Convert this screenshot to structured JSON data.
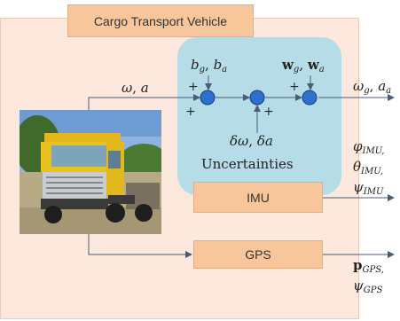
{
  "diagram": {
    "title": "Cargo Transport Vehicle",
    "imu_label": "IMU",
    "gps_label": "GPS",
    "uncertainties_label": "Uncertainties",
    "input_label": {
      "a": "ω",
      "comma": ", ",
      "b": "a"
    },
    "bias_label": {
      "b": "b",
      "g": "g",
      "comma": ", ",
      "b2": "b",
      "a": "a"
    },
    "noise_label": {
      "w": "w",
      "g": "g",
      "comma": ", ",
      "w2": "w",
      "a": "a"
    },
    "delta_label": {
      "d1": "δω",
      "comma": ", ",
      "d2": "δa"
    },
    "output_imu_rates": {
      "omega": "ω",
      "g": "g",
      "comma": ", ",
      "a": "a",
      "asub": "a"
    },
    "output_imu_angles": {
      "phi": "φ",
      "phi_sub": "IMU,",
      "theta": "θ",
      "theta_sub": "IMU,",
      "psi": "ψ",
      "psi_sub": "IMU"
    },
    "output_gps": {
      "p": "p",
      "p_sub": "GPS,",
      "psi": "ψ",
      "psi_sub": "GPS"
    },
    "plus_sign": "+",
    "colors": {
      "vehicle_panel": "#fce8dc",
      "orange_box": "#f7c69a",
      "uncertainty_panel": "#b6dde7",
      "summing_node": "#2e6fd0",
      "arrow": "#4a5c7a"
    },
    "image": "cargo-truck-photo"
  }
}
